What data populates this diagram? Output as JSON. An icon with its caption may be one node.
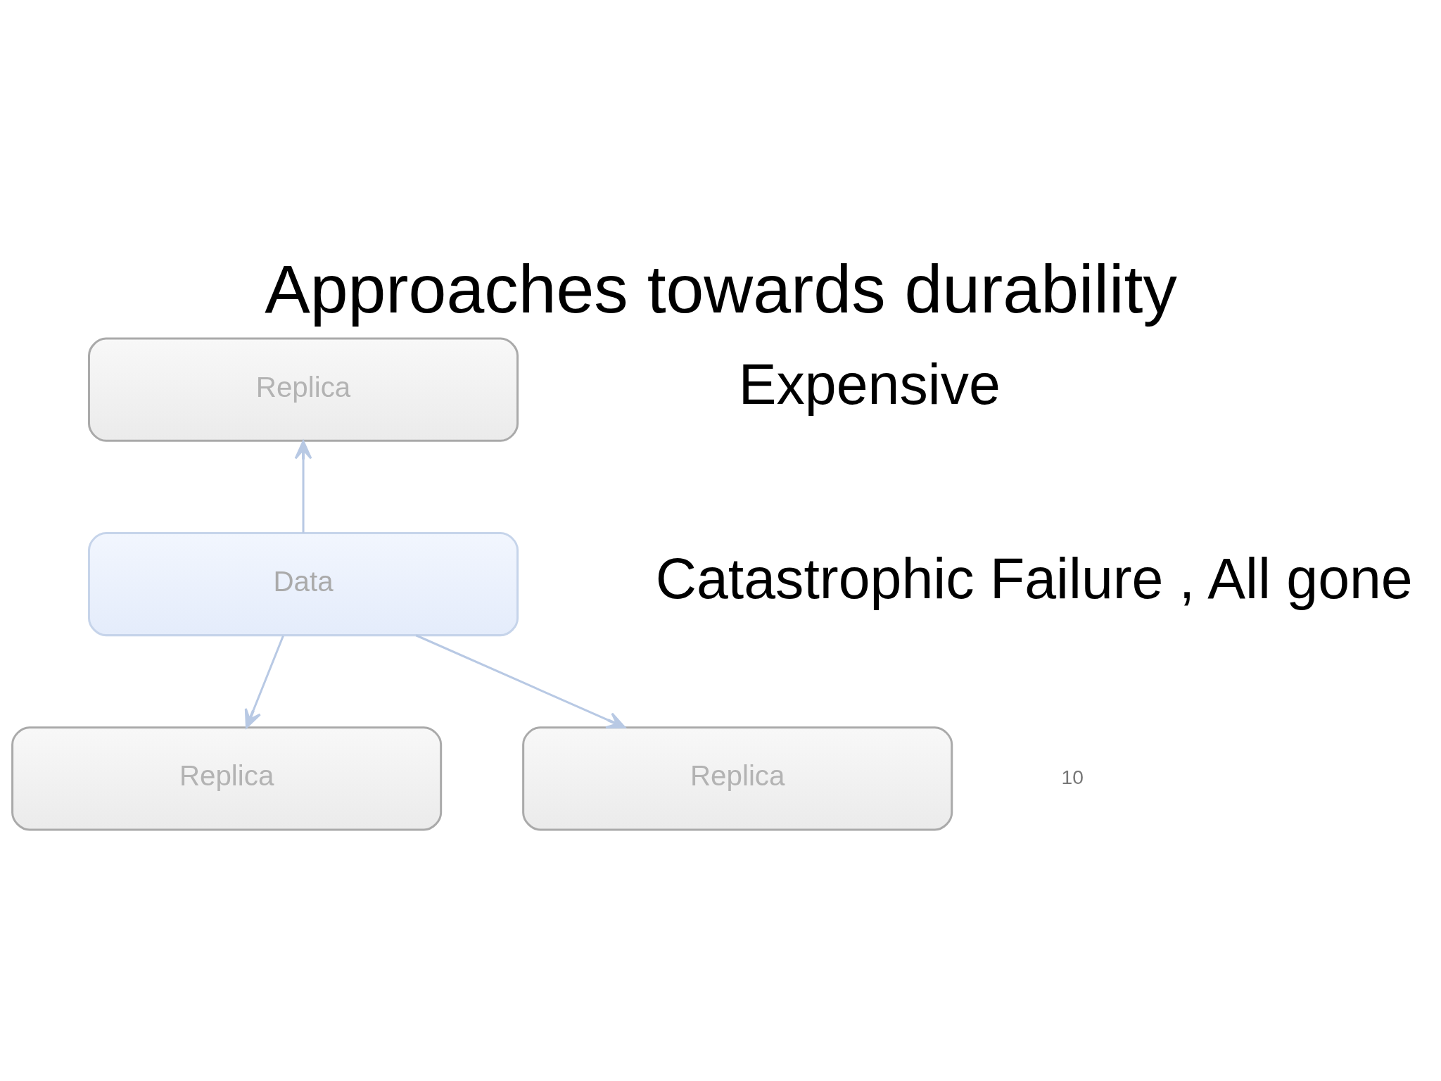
{
  "diagram": {
    "title": "Approaches towards durability",
    "nodes": [
      {
        "text": [
          "Replica"
        ]
      },
      {
        "text": [
          "Data"
        ]
      },
      {
        "text": [
          "Replica"
        ]
      },
      {
        "text": [
          "Replica"
        ]
      }
    ],
    "edges": [
      {
        "from": 1,
        "to": 0,
        "arrow": "to"
      },
      {
        "from": 1,
        "to": 2,
        "arrow": "to"
      },
      {
        "from": 1,
        "to": 3,
        "arrow": "to"
      }
    ],
    "labels": [
      "Expensive",
      "Catastrophic Failure , All gone",
      "10"
    ]
  }
}
